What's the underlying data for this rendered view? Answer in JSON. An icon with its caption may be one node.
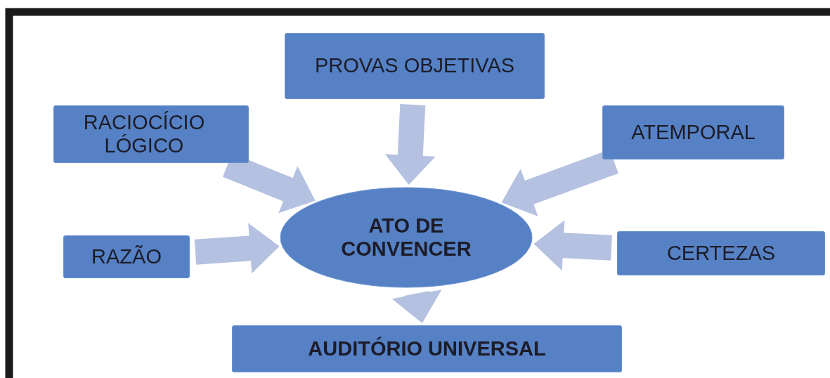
{
  "diagram": {
    "nodes": [
      {
        "text": [
          "PROVAS OBJETIVAS"
        ]
      },
      {
        "text": [
          "RACIOCÍCIO LÓGICO"
        ]
      },
      {
        "text": [
          "ATEMPORAL"
        ]
      },
      {
        "text": [
          "ATO DE CONVENCER"
        ]
      },
      {
        "text": [
          "RAZÃO"
        ]
      },
      {
        "text": [
          "CERTEZAS"
        ]
      },
      {
        "text": [
          "AUDITÓRIO UNIVERSAL"
        ]
      }
    ],
    "edges": [
      {
        "from": 0,
        "to": 3,
        "arrow": "to",
        "style": "thick"
      },
      {
        "from": 1,
        "to": 3,
        "arrow": "to",
        "style": "thick"
      },
      {
        "from": 2,
        "to": 3,
        "arrow": "to",
        "style": "thick"
      },
      {
        "from": 4,
        "to": 3,
        "arrow": "to",
        "style": "thick"
      },
      {
        "from": 5,
        "to": 3,
        "arrow": "to",
        "style": "thick"
      },
      {
        "from": 3,
        "to": 6,
        "arrow": "to",
        "style": "thick"
      }
    ]
  }
}
